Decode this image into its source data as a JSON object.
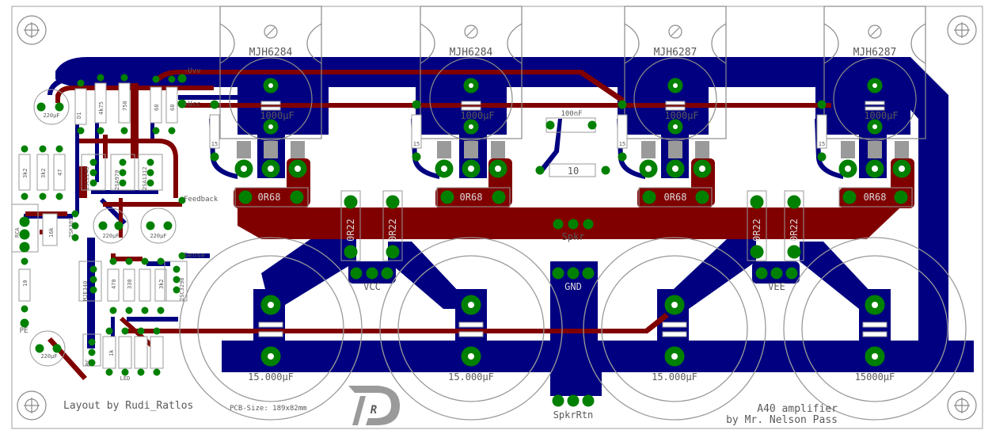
{
  "transistors": [
    "MJH6284",
    "MJH6284",
    "MJH6287",
    "MJH6287"
  ],
  "small_caps": [
    "1000µF",
    "1000µF",
    "1000µF",
    "1000µF"
  ],
  "big_caps": [
    "15.000µF",
    "15.000µF",
    "15.000µF",
    "15000µF"
  ],
  "emitter_resistors": [
    "0R68",
    "0R68",
    "0R68",
    "0R68"
  ],
  "output_resistors": [
    "0R22",
    "0R22",
    "0R22",
    "0R22"
  ],
  "small_r_label": "15",
  "cap_100nf": "100nF",
  "r10": "10",
  "spkr": "Spkr",
  "gnd": "GND",
  "vcc": "VCC",
  "vee": "VEE",
  "spkr_rtn": "SpkrRtn",
  "feedback": "Feedback",
  "sense": "Sense",
  "ucc": "+Ucc",
  "uvv": "-Uvv",
  "pe": "PE",
  "rca": "RCA",
  "small_parts": {
    "c220_top": "220µF",
    "c220_mid1": "220µF",
    "c220_mid2": "220µF",
    "c220_bot": "220µF",
    "r_3k2a": "3k2",
    "r_3k2b": "3k2",
    "r_47": "47",
    "r_4k75": "4k75",
    "r_750": "750",
    "r_68a": "68",
    "r_68b": "68",
    "r_470": "470",
    "r_330": "330",
    "r_3k2c": "3k2",
    "r_10": "10",
    "r_16k": "16k",
    "r_1k": "1k",
    "q_top": "2SC2240",
    "q_mid1": "2SA970",
    "q_mid2": "2SA1312",
    "q_bot1": "MJE340",
    "q_bot2": "2SC3298",
    "q_left": "2SK389",
    "d_label": "D1",
    "led": "LED",
    "bc": "BC"
  },
  "footer": {
    "layout": "Layout by Rudi_Ratlos",
    "size": "PCB-Size: 189x82mm",
    "title": "A40 amplifier",
    "author": "by Mr. Nelson Pass",
    "logo": "R"
  },
  "colors": {
    "bottom_copper": "#000080",
    "top_copper": "#800000",
    "pad": "#008000",
    "silk": "#8a8a8a",
    "outline": "#9a9a9a"
  }
}
